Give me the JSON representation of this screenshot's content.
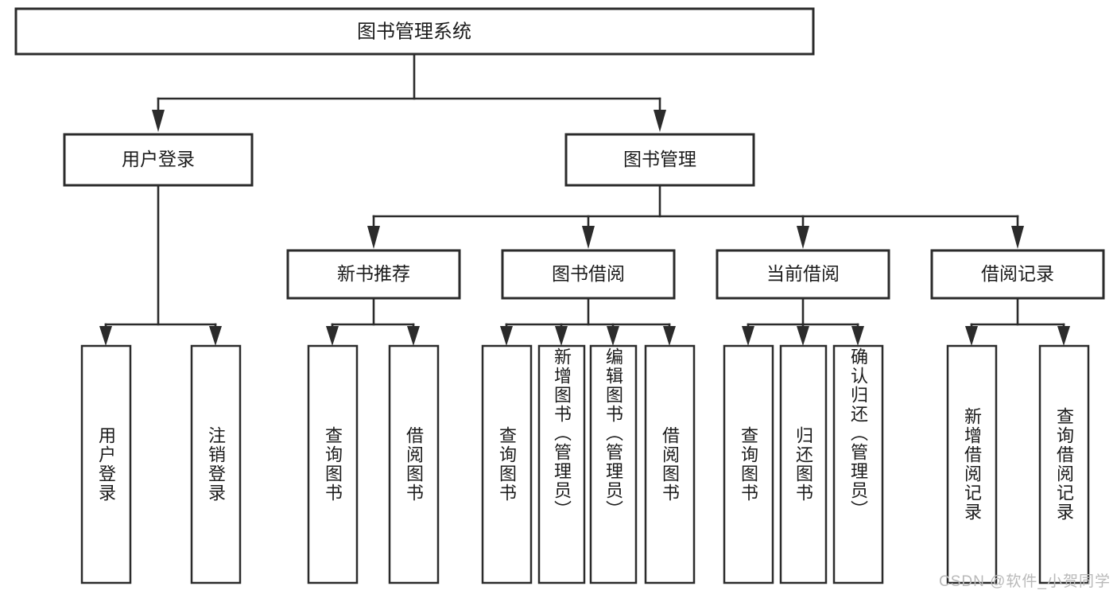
{
  "diagram": {
    "title": "图书管理系统",
    "type": "tree",
    "watermark": "CSDN @软件_小贺同学",
    "colors": {
      "stroke": "#2b2b2b",
      "fill": "#ffffff",
      "text": "#1b1b1b",
      "watermark": "#b9b9b9"
    },
    "root": {
      "label": "图书管理系统"
    },
    "level2": [
      {
        "label": "用户登录"
      },
      {
        "label": "图书管理"
      }
    ],
    "level3": [
      {
        "label": "新书推荐"
      },
      {
        "label": "图书借阅"
      },
      {
        "label": "当前借阅"
      },
      {
        "label": "借阅记录"
      }
    ],
    "leaves": {
      "user_login": [
        {
          "label": "用户登录"
        },
        {
          "label": "注销登录"
        }
      ],
      "new_book_recommend": [
        {
          "label": "查询图书"
        },
        {
          "label": "借阅图书"
        }
      ],
      "book_borrow": [
        {
          "label": "查询图书"
        },
        {
          "label": "新增图书（管理员）"
        },
        {
          "label": "编辑图书（管理员）"
        },
        {
          "label": "借阅图书"
        }
      ],
      "current_borrow": [
        {
          "label": "查询图书"
        },
        {
          "label": "归还图书"
        },
        {
          "label": "确认归还（管理员）"
        }
      ],
      "borrow_record": [
        {
          "label": "新增借阅记录"
        },
        {
          "label": "查询借阅记录"
        }
      ]
    }
  }
}
